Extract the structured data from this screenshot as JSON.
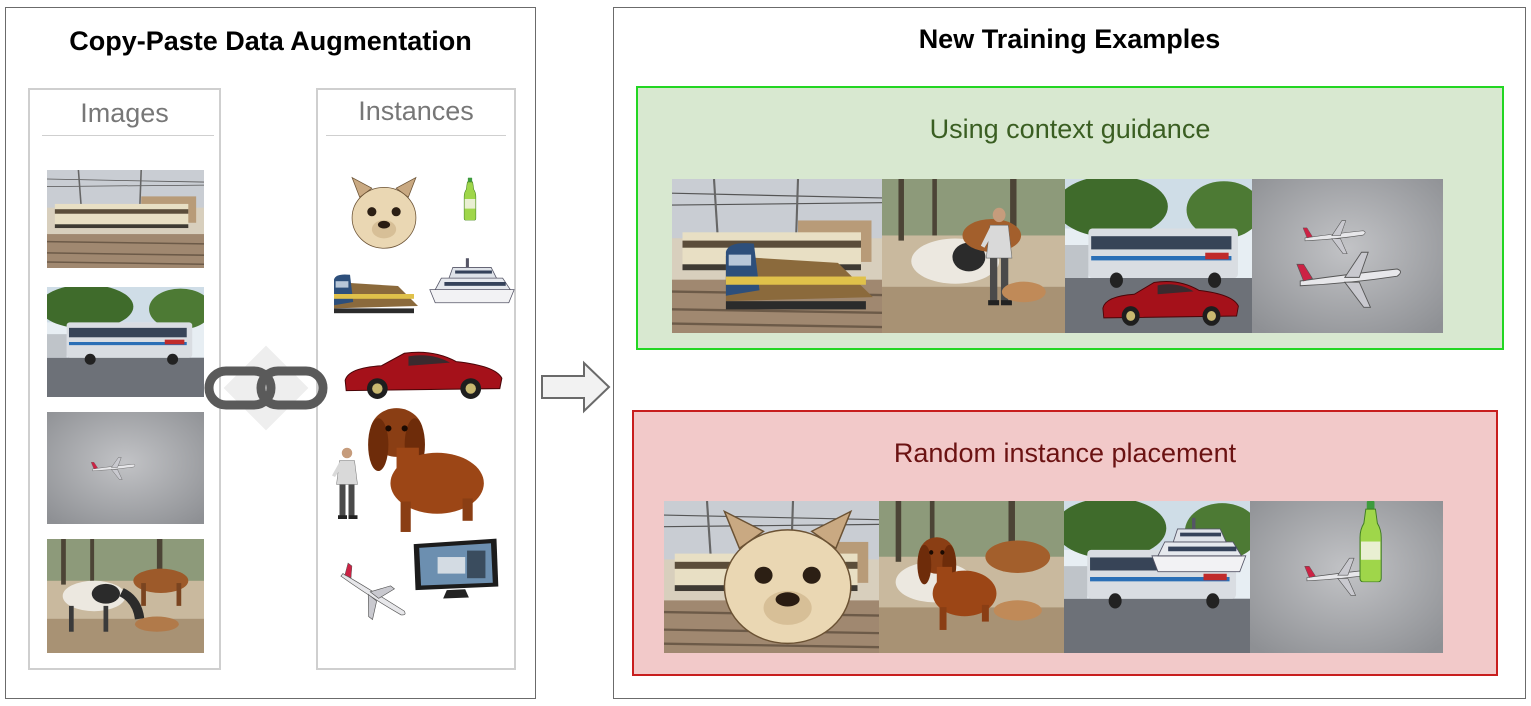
{
  "left_panel": {
    "title": "Copy-Paste Data Augmentation",
    "images_column": {
      "header": "Images",
      "items": [
        "train",
        "bus",
        "airplane",
        "horses"
      ]
    },
    "instances_column": {
      "header": "Instances",
      "items": [
        "dog-head",
        "bottle",
        "locomotive",
        "boat",
        "car",
        "dachshund",
        "person",
        "monitor",
        "airplane"
      ]
    },
    "link_icon": "chain-link-icon"
  },
  "arrow_icon": "right-arrow-icon",
  "right_panel": {
    "title": "New Training Examples",
    "context_section": {
      "title": "Using context guidance",
      "examples": [
        "train-with-locomotive",
        "horses-with-person",
        "bus-with-car",
        "sky-with-airplanes"
      ]
    },
    "random_section": {
      "title": "Random instance placement",
      "examples": [
        "train-with-dog-head",
        "horses-with-dachshund",
        "bus-with-boat",
        "sky-with-bottle"
      ]
    }
  },
  "colors": {
    "guide_border": "#22d622",
    "guide_fill": "#d8e8d0",
    "guide_text": "#3a5e22",
    "random_border": "#c81e1e",
    "random_fill": "#f2c9c9",
    "random_text": "#6b1212"
  }
}
